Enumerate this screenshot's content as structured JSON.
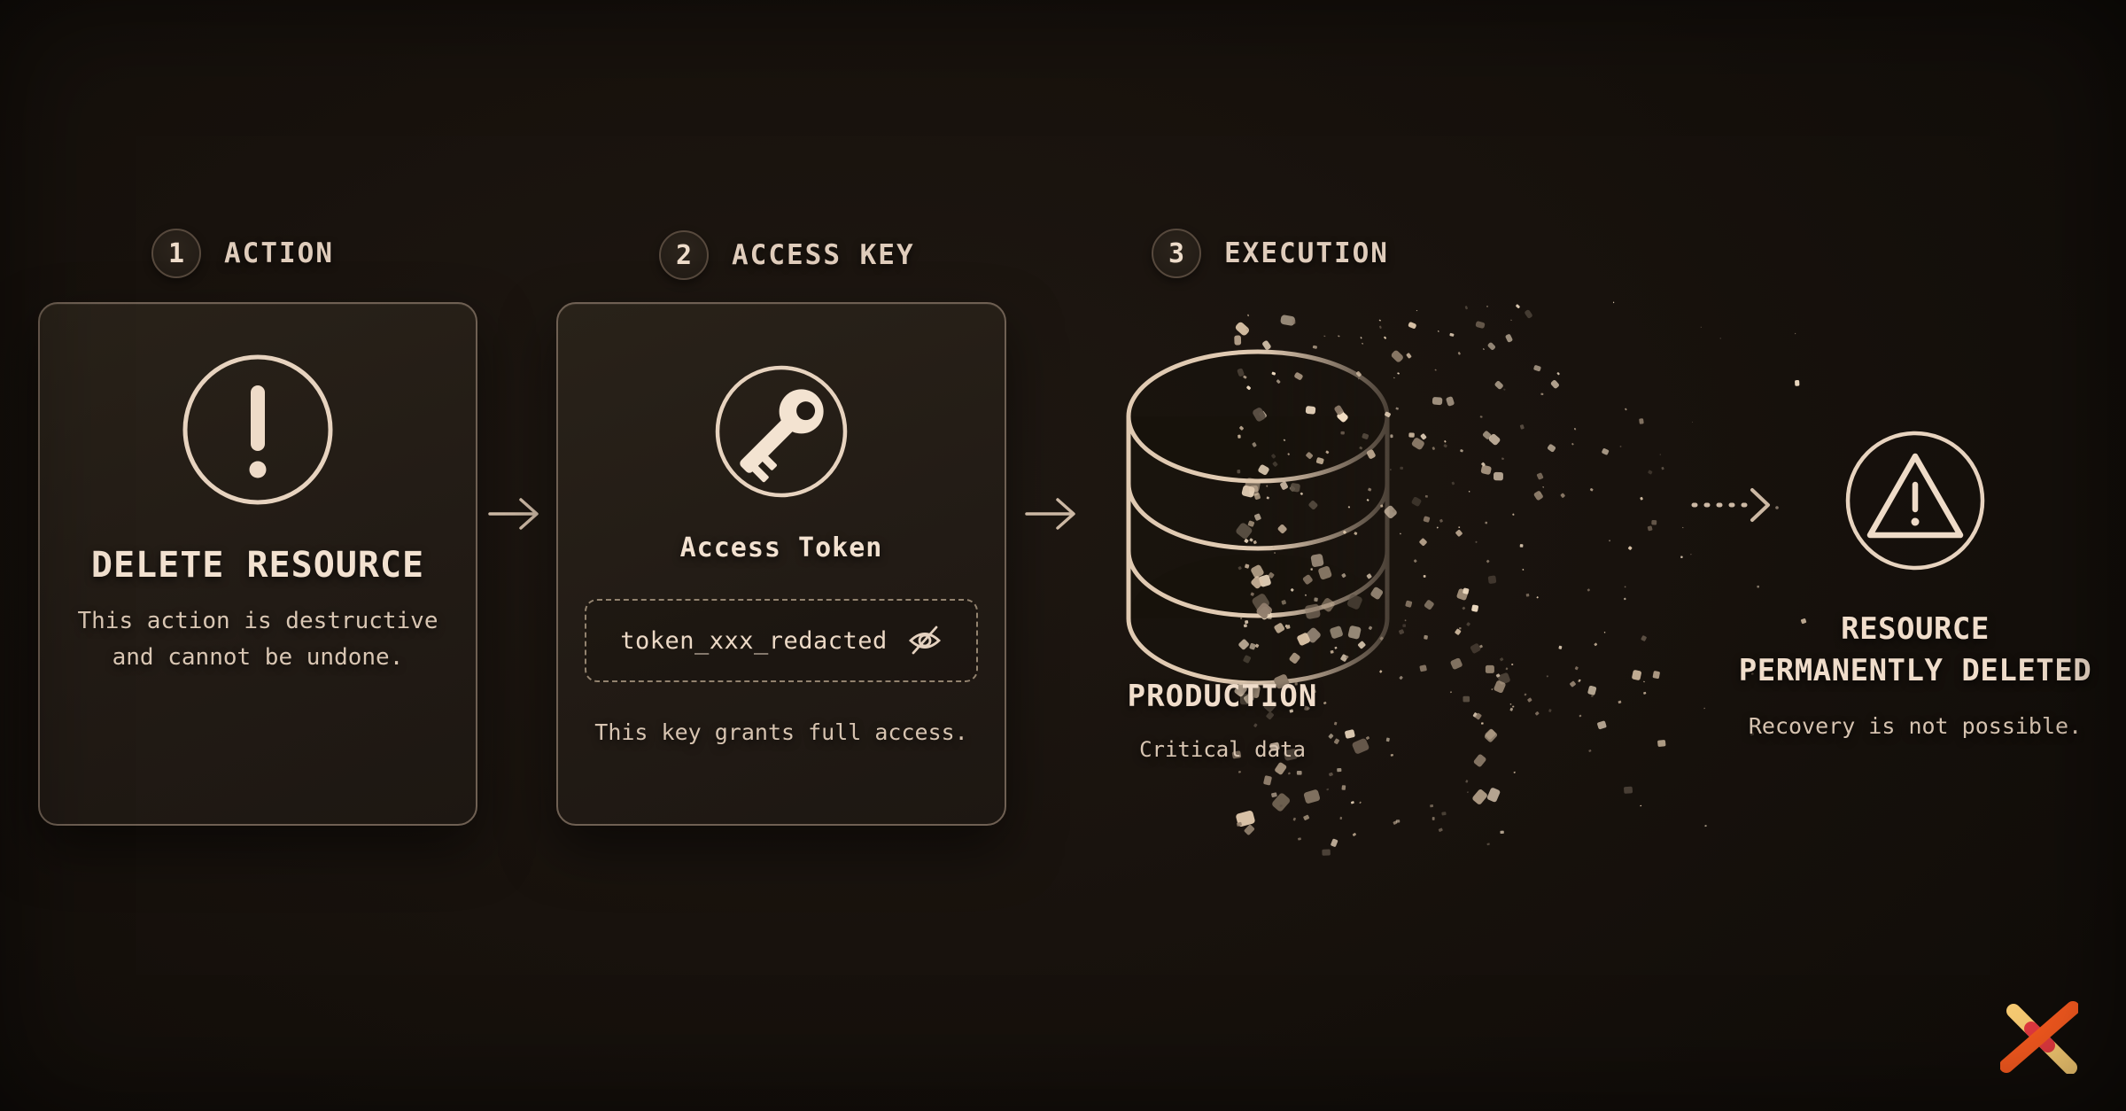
{
  "colors": {
    "background": "#17110c",
    "card_background": "#231c16",
    "card_border": "#6f6053",
    "text_primary": "#f2e1d0",
    "text_secondary": "#d9c6b3",
    "line_accent": "#ccb8a4",
    "icon_stroke": "#e7d3bf",
    "particle_light": "#f0dcc2",
    "particle_dark": "#5b5044",
    "logo_yellow": "#fbce74",
    "logo_orange": "#f85a1f",
    "logo_red": "#e63a41"
  },
  "steps": [
    {
      "number": "1",
      "label": "ACTION"
    },
    {
      "number": "2",
      "label": "ACCESS KEY"
    },
    {
      "number": "3",
      "label": "EXECUTION"
    }
  ],
  "action_card": {
    "icon": "exclamation-circle-icon",
    "title": "DELETE RESOURCE",
    "description_lines": [
      "This action is destructive",
      "and cannot be undone."
    ]
  },
  "access_key_card": {
    "icon": "key-icon",
    "title": "Access Token",
    "token_value": "token_xxx_redacted",
    "visibility_icon": "eye-off-icon",
    "caption": "This key grants full access."
  },
  "execution": {
    "icon": "database-icon",
    "label": "PRODUCTION",
    "sublabel": "Critical data"
  },
  "result": {
    "icon": "warning-triangle-icon",
    "title_lines": [
      "RESOURCE",
      "PERMANENTLY DELETED"
    ],
    "caption": "Recovery is not possible."
  },
  "logo": {
    "name": "brand-x-logo"
  }
}
